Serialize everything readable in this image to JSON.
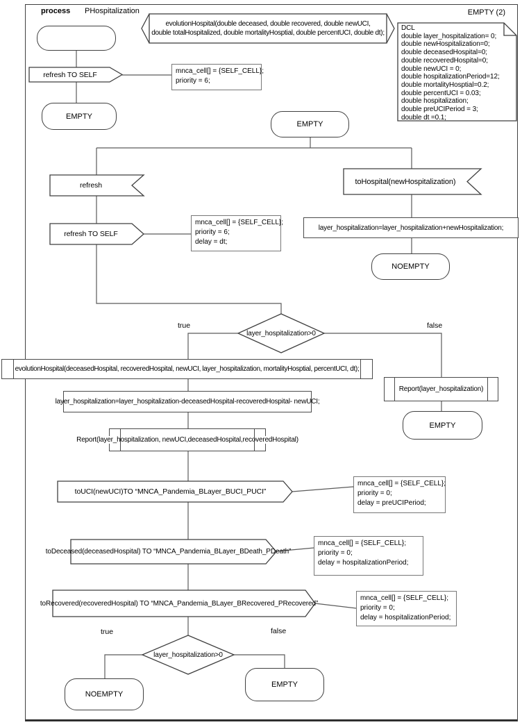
{
  "frame": {
    "page_label": "EMPTY (2)"
  },
  "header": {
    "process_label": "process",
    "process_name": "PHospitalization"
  },
  "declaration": {
    "line1": "evolutionHospital(double deceased, double recovered, double newUCI,",
    "line2": "double totalHospitalized, double mortalityHosptial, double percentUCI, double dt);"
  },
  "dcl_note": {
    "text": "DCL\ndouble layer_hospitalization= 0;\ndouble newHospitalization=0;\ndouble deceasedHospital=0;\ndouble recoveredHospital=0;\ndouble newUCI = 0;\ndouble hospitalizationPeriod=12;\ndouble mortalityHosptial=0.2;\ndouble percentUCI = 0.03;\ndouble hospitalization;\ndouble preUCIPeriod = 3;\ndouble dt =0.1;"
  },
  "top_flow": {
    "refresh_to_self": "refresh TO SELF",
    "mnca_note": "mnca_cell[] = {SELF_CELL};\npriority = 6;",
    "empty_state": "EMPTY"
  },
  "main_flow": {
    "empty_state": "EMPTY",
    "refresh_input": "refresh",
    "refresh_to_self": "refresh TO SELF",
    "mnca_note": "mnca_cell[] = {SELF_CELL};\npriority = 6;\ndelay = dt;",
    "tohospital_input": "toHospital(newHospitalization)",
    "add_task": "layer_hospitalization=layer_hospitalization+newHospitalization;",
    "noempty_state": "NOEMPTY",
    "decision": {
      "condition": "layer_hospitalization>0",
      "true_label": "true",
      "false_label": "false"
    }
  },
  "true_branch": {
    "evolution_call": "evolutionHospital(deceasedHospital, recoveredHospital, newUCI, layer_hospitalization, mortalityHosptial, percentUCI, dt);",
    "subtract_task": "layer_hospitalization=layer_hospitalization-deceasedHospital-recoveredHospital- newUCI;",
    "report_call": "Report(layer_hospitalization, newUCI,deceasedHospital,recoveredHospital)",
    "touci_output": "toUCI(newUCI)TO “MNCA_Pandemia_BLayer_BUCI_PUCI”",
    "touci_note": "mnca_cell[] = {SELF_CELL};\npriority = 0;\ndelay = preUCIPeriod;",
    "todeceased_output": "toDeceased(deceasedHospital) TO “MNCA_Pandemia_BLayer_BDeath_PDeath”",
    "todeceased_note": "mnca_cell[] = {SELF_CELL};\npriority = 0;\ndelay = hospitalizationPeriod;",
    "torecovered_output": "toRecovered(recoveredHospital) TO “MNCA_Pandemia_BLayer_BRecovered_PRecovered”",
    "torecovered_note": "mnca_cell[] = {SELF_CELL};\npriority = 0;\ndelay = hospitalizationPeriod;",
    "decision": {
      "condition": "layer_hospitalization>0",
      "true_label": "true",
      "false_label": "false"
    },
    "noempty_state": "NOEMPTY",
    "empty_state": "EMPTY"
  },
  "false_branch": {
    "report_call": "Report(layer_hospitalization)",
    "empty_state": "EMPTY"
  }
}
